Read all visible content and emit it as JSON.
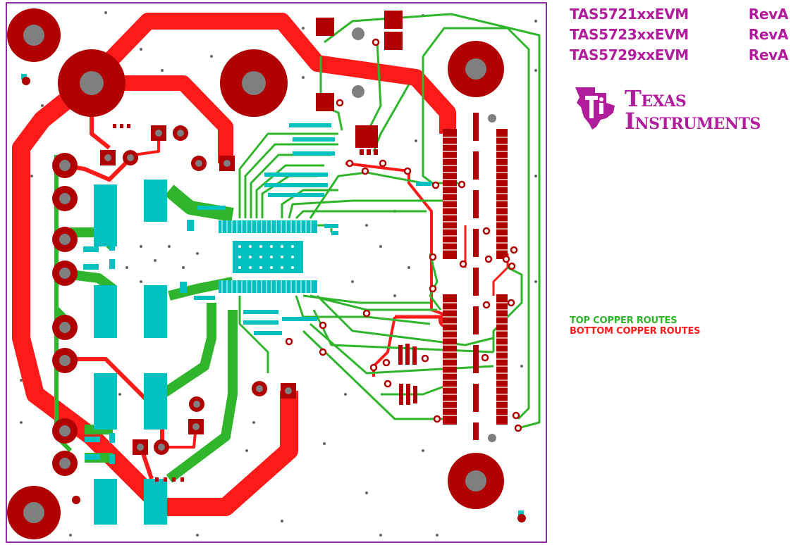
{
  "title_block": {
    "rows": [
      {
        "name": "TAS5721xxEVM",
        "rev": "RevA"
      },
      {
        "name": "TAS5723xxEVM",
        "rev": "RevA"
      },
      {
        "name": "TAS5729xxEVM",
        "rev": "RevA"
      }
    ]
  },
  "logo": {
    "line1": "Texas",
    "line2": "Instruments",
    "icon": "ti-state-icon"
  },
  "legend": {
    "top": "TOP COPPER ROUTES",
    "bottom": "BOTTOM COPPER ROUTES"
  },
  "colors": {
    "top_copper": "#2fb52b",
    "bottom_copper": "#ff1a1a",
    "pad": "#b00000",
    "hole": "#7f7f7f",
    "smd": "#00c0c0",
    "outline": "#8a2f9e",
    "brand": "#b01c9c"
  }
}
